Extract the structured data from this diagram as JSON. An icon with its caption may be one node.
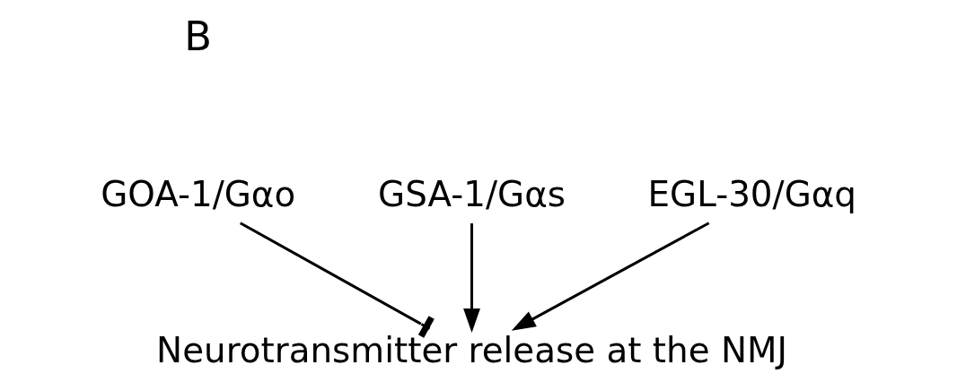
{
  "diagram": {
    "nodes": [
      {
        "text": [
          "GOA-1/Gαo"
        ]
      },
      {
        "text": [
          "GSA-1/Gαs"
        ]
      },
      {
        "text": [
          "EGL-30/Gαq"
        ]
      },
      {
        "text": [
          "Neurotransmitter release at the NMJ"
        ]
      }
    ],
    "edges": [
      {
        "from": 0,
        "to": 3,
        "arrow": "other"
      },
      {
        "from": 1,
        "to": 3,
        "arrow": "to"
      },
      {
        "from": 2,
        "to": 3,
        "arrow": "to"
      }
    ],
    "labels": [
      "B"
    ]
  }
}
